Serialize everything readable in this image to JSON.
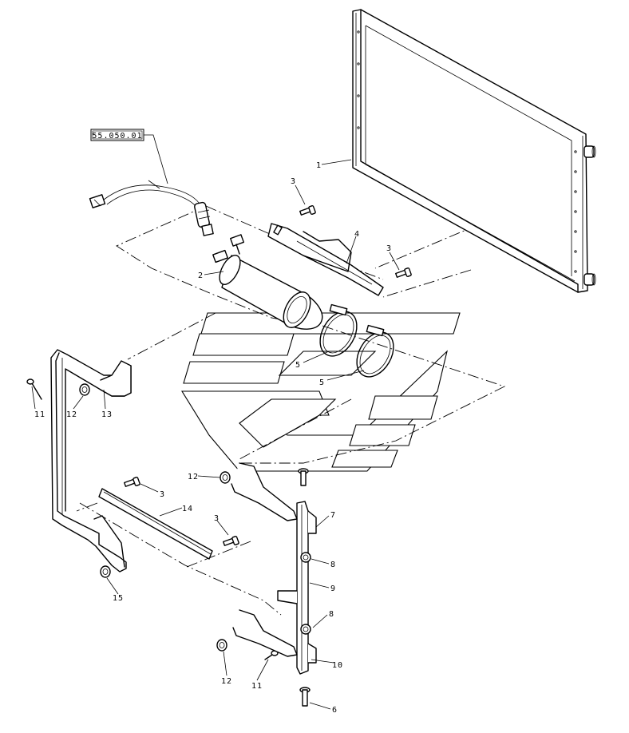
{
  "reference_box": {
    "label": "55.050.01"
  },
  "callouts": [
    {
      "id": "c-1",
      "text": "1"
    },
    {
      "id": "c-2",
      "text": "2"
    },
    {
      "id": "c-3a",
      "text": "3"
    },
    {
      "id": "c-3b",
      "text": "3"
    },
    {
      "id": "c-3c",
      "text": "3"
    },
    {
      "id": "c-3d",
      "text": "3"
    },
    {
      "id": "c-4",
      "text": "4"
    },
    {
      "id": "c-5a",
      "text": "5"
    },
    {
      "id": "c-5b",
      "text": "5"
    },
    {
      "id": "c-6",
      "text": "6"
    },
    {
      "id": "c-7",
      "text": "7"
    },
    {
      "id": "c-8a",
      "text": "8"
    },
    {
      "id": "c-8b",
      "text": "8"
    },
    {
      "id": "c-9",
      "text": "9"
    },
    {
      "id": "c-10",
      "text": "10"
    },
    {
      "id": "c-11a",
      "text": "11"
    },
    {
      "id": "c-11b",
      "text": "11"
    },
    {
      "id": "c-12a",
      "text": "12"
    },
    {
      "id": "c-12b",
      "text": "12"
    },
    {
      "id": "c-12c",
      "text": "12"
    },
    {
      "id": "c-13",
      "text": "13"
    },
    {
      "id": "c-14",
      "text": "14"
    },
    {
      "id": "c-15",
      "text": "15"
    }
  ]
}
